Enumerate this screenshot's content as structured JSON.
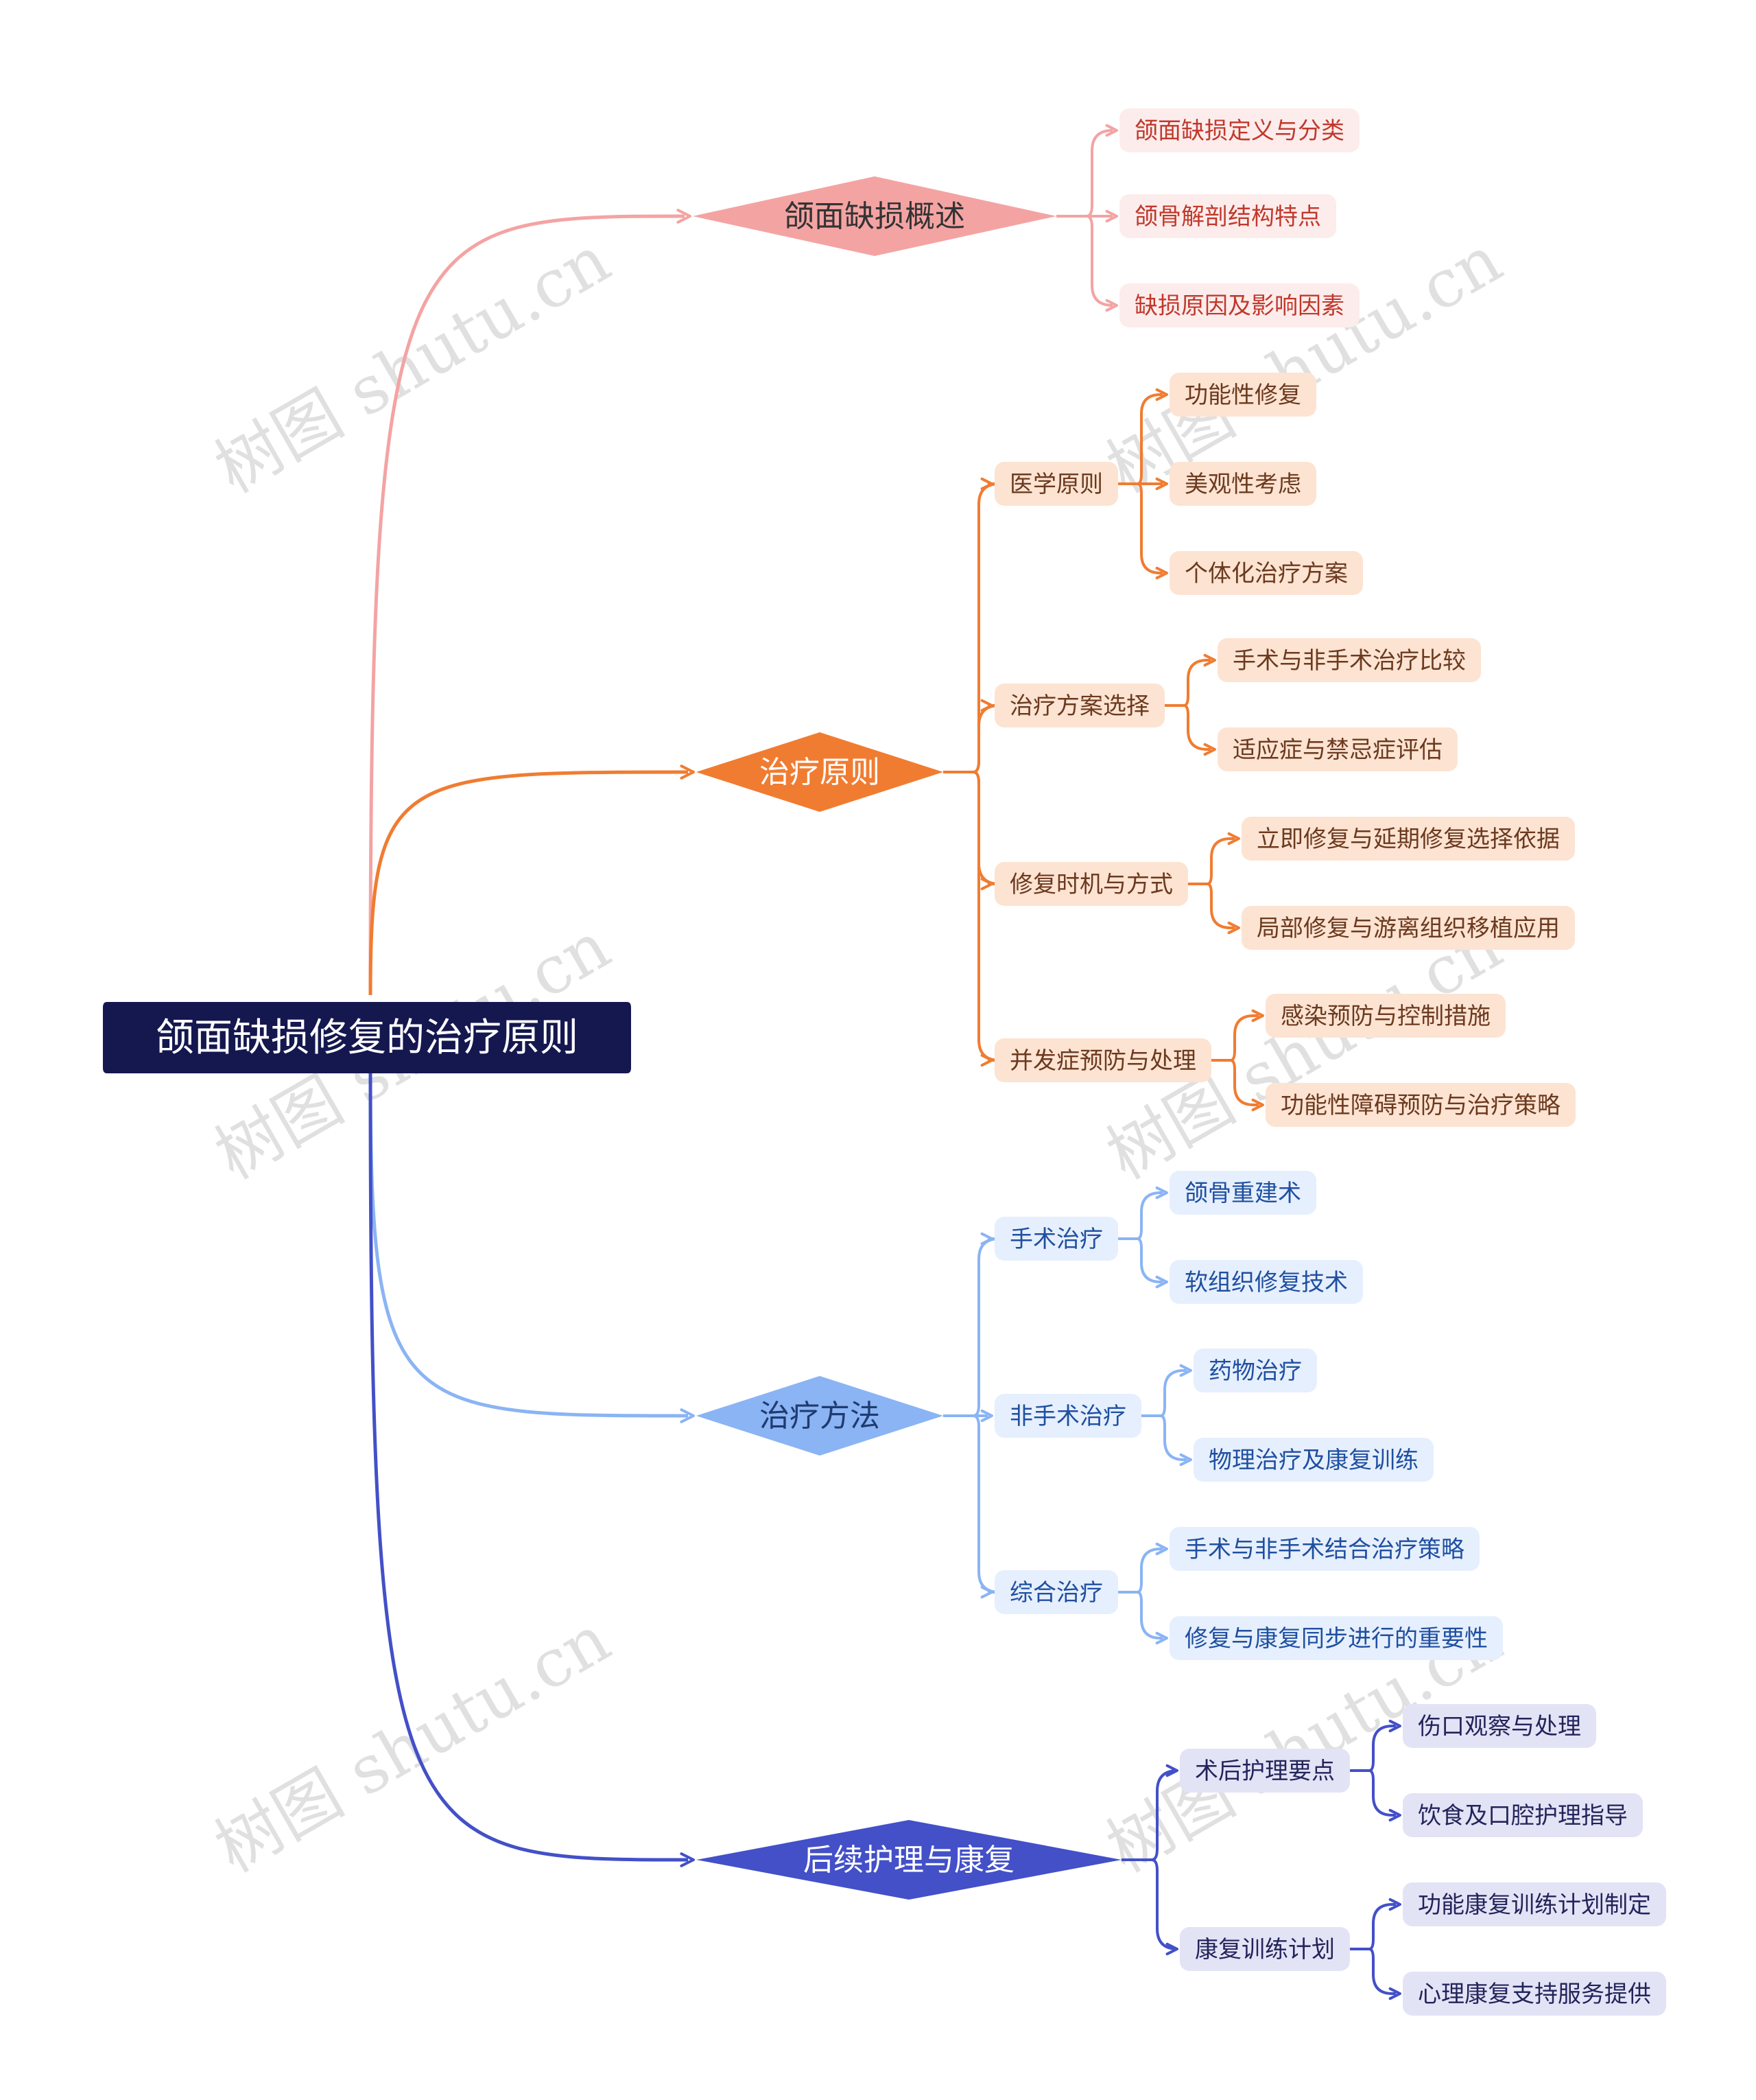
{
  "root": {
    "label": "颌面缺损修复的治疗原则",
    "color": "#15174f"
  },
  "watermark": "树图 shutu.cn",
  "branches": [
    {
      "label": "颌面缺损概述",
      "color": "#f4a3a3",
      "text_color": "#333333",
      "leaf_bg": "#fdecec",
      "leaf_text": "#c0392b",
      "children": [
        {
          "label": "颌面缺损定义与分类"
        },
        {
          "label": "颌骨解剖结构特点"
        },
        {
          "label": "缺损原因及影响因素"
        }
      ]
    },
    {
      "label": "治疗原则",
      "color": "#f07c31",
      "text_color": "#ffffff",
      "leaf_bg": "#fde3d2",
      "leaf_text": "#6b3a1f",
      "children": [
        {
          "label": "医学原则",
          "children": [
            "功能性修复",
            "美观性考虑",
            "个体化治疗方案"
          ]
        },
        {
          "label": "治疗方案选择",
          "children": [
            "手术与非手术治疗比较",
            "适应症与禁忌症评估"
          ]
        },
        {
          "label": "修复时机与方式",
          "children": [
            "立即修复与延期修复选择依据",
            "局部修复与游离组织移植应用"
          ]
        },
        {
          "label": "并发症预防与处理",
          "children": [
            "感染预防与控制措施",
            "功能性障碍预防与治疗策略"
          ]
        }
      ]
    },
    {
      "label": "治疗方法",
      "color": "#8ab4f4",
      "text_color": "#1f3b70",
      "leaf_bg": "#e6effd",
      "leaf_text": "#1f4fa0",
      "children": [
        {
          "label": "手术治疗",
          "children": [
            "颌骨重建术",
            "软组织修复技术"
          ]
        },
        {
          "label": "非手术治疗",
          "children": [
            "药物治疗",
            "物理治疗及康复训练"
          ]
        },
        {
          "label": "综合治疗",
          "children": [
            "手术与非手术结合治疗策略",
            "修复与康复同步进行的重要性"
          ]
        }
      ]
    },
    {
      "label": "后续护理与康复",
      "color": "#4350c8",
      "text_color": "#ffffff",
      "leaf_bg": "#e3e3f6",
      "leaf_text": "#23245a",
      "children": [
        {
          "label": "术后护理要点",
          "children": [
            "伤口观察与处理",
            "饮食及口腔护理指导"
          ]
        },
        {
          "label": "康复训练计划",
          "children": [
            "功能康复训练计划制定",
            "心理康复支持服务提供"
          ]
        }
      ]
    }
  ]
}
